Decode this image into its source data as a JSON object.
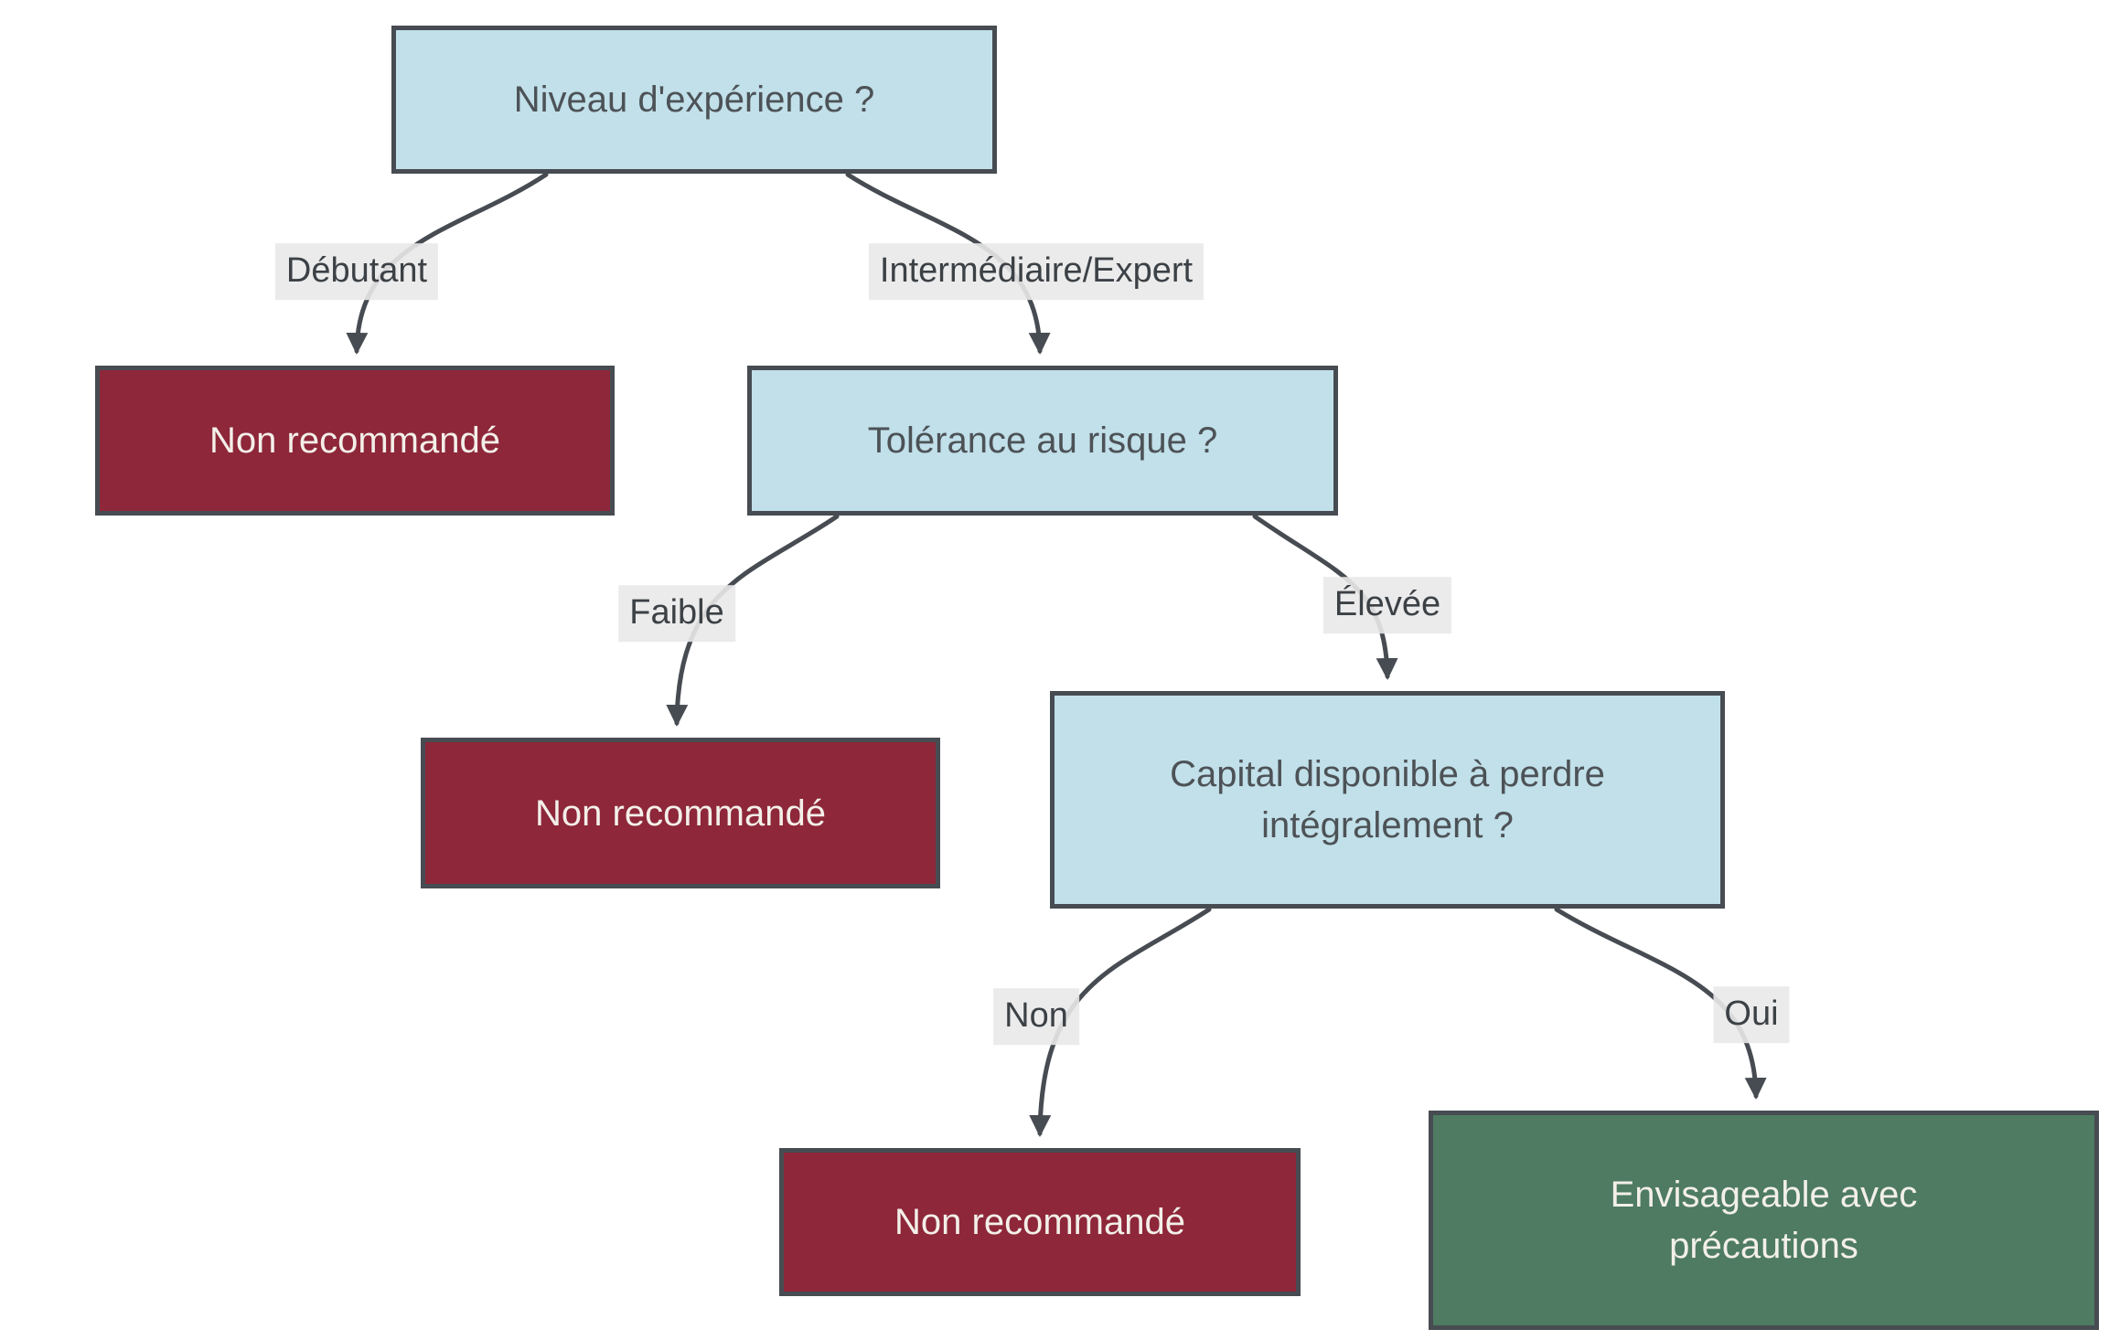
{
  "diagram": {
    "type": "flowchart",
    "direction": "top-down",
    "colors": {
      "background": "#ffffff",
      "question_fill": "#c1e0e9",
      "question_text": "#4d5257",
      "negative_fill": "#8d2739",
      "positive_fill": "#4e7b61",
      "light_text": "#f3efe9",
      "node_border": "#474c52",
      "edge_stroke": "#474c52",
      "edge_label_bg": "#e9e9e9",
      "edge_label_text": "#3c4146"
    },
    "nodes": {
      "experience": {
        "kind": "question",
        "text": "Niveau d'expérience ?"
      },
      "non_recommande_1": {
        "kind": "negative",
        "text": "Non recommandé"
      },
      "tolerance": {
        "kind": "question",
        "text": "Tolérance au risque ?"
      },
      "non_recommande_2": {
        "kind": "negative",
        "text": "Non recommandé"
      },
      "capital": {
        "kind": "question",
        "text": "Capital disponible à perdre intégralement ?"
      },
      "non_recommande_3": {
        "kind": "negative",
        "text": "Non recommandé"
      },
      "envisageable": {
        "kind": "positive",
        "text": "Envisageable avec précautions"
      }
    },
    "edges": [
      {
        "from": "experience",
        "to": "non_recommande_1",
        "label": "Débutant"
      },
      {
        "from": "experience",
        "to": "tolerance",
        "label": "Intermédiaire/Expert"
      },
      {
        "from": "tolerance",
        "to": "non_recommande_2",
        "label": "Faible"
      },
      {
        "from": "tolerance",
        "to": "capital",
        "label": "Élevée"
      },
      {
        "from": "capital",
        "to": "non_recommande_3",
        "label": "Non"
      },
      {
        "from": "capital",
        "to": "envisageable",
        "label": "Oui"
      }
    ]
  }
}
